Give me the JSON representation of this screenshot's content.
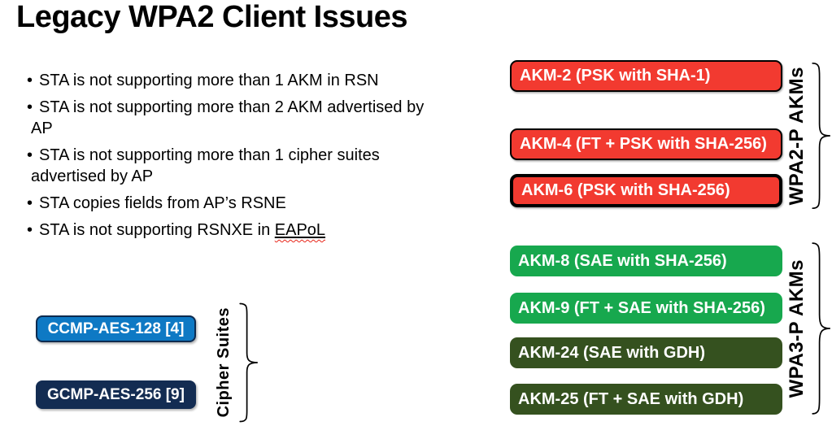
{
  "title": "Legacy WPA2 Client Issues",
  "issues": {
    "bullet_glyph": "•",
    "items": [
      "STA is not supporting  more than 1 AKM in RSN",
      "STA is not supporting more than 2 AKM advertised by AP",
      "STA is not supporting more than 1 cipher suites advertised by AP",
      "STA copies fields from AP’s RSNE"
    ],
    "last_item_prefix": "STA is not supporting RSNXE in ",
    "last_item_underlined": "EAPoL"
  },
  "cipher_suites": {
    "group_label": "Cipher Suites",
    "boxes": [
      {
        "label": "CCMP-AES-128 [4]"
      },
      {
        "label": "GCMP-AES-256 [9]"
      }
    ]
  },
  "wpa2_akms": {
    "group_label": "WPA2-P AKMs",
    "boxes": [
      {
        "label": "AKM-2 (PSK with SHA-1)"
      },
      {
        "label": "AKM-4 (FT + PSK with SHA-256)"
      },
      {
        "label": "AKM-6 (PSK with SHA-256)"
      }
    ]
  },
  "wpa3_akms": {
    "group_label": "WPA3-P AKMs",
    "boxes": [
      {
        "label": "AKM-8 (SAE with SHA-256)"
      },
      {
        "label": "AKM-9 (FT + SAE with SHA-256)"
      },
      {
        "label": "AKM-24 (SAE with GDH)"
      },
      {
        "label": "AKM-25 (FT + SAE with GDH)"
      }
    ]
  },
  "colors": {
    "akm_red": "#f23a30",
    "akm_green": "#17a84e",
    "akm_dark_green": "#35511f",
    "cipher_blue": "#0e79c4",
    "cipher_navy": "#132c52",
    "box_border": "#000000",
    "box_text": "#ffffff",
    "squiggle_red": "#e8261a"
  }
}
